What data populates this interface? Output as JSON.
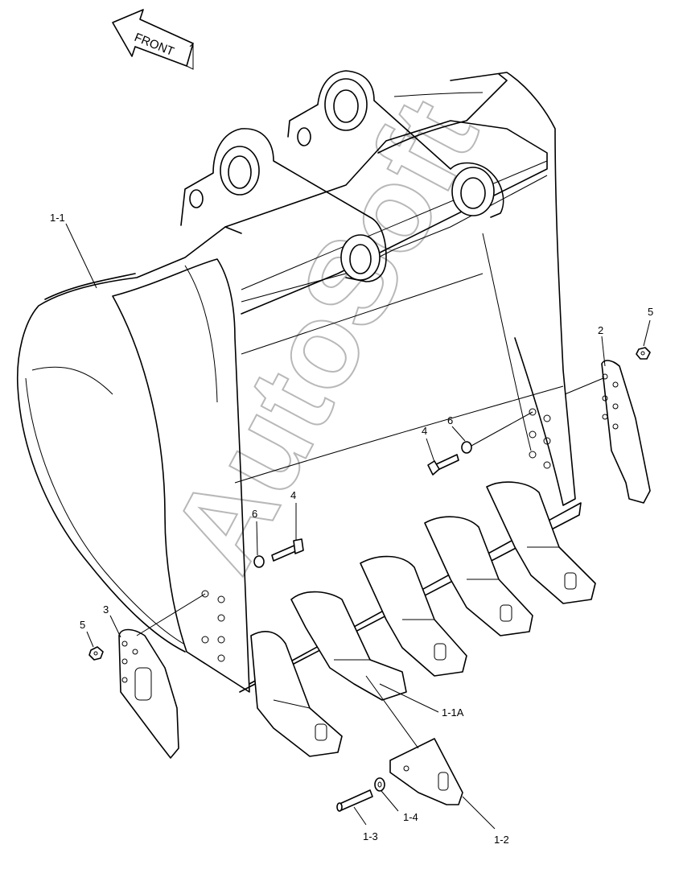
{
  "direction_arrow": {
    "label": "FRONT"
  },
  "watermark": {
    "text": "AutoSoft"
  },
  "callouts": [
    {
      "id": "1-1",
      "label": "1-1"
    },
    {
      "id": "1-1A",
      "label": "1-1A"
    },
    {
      "id": "1-2",
      "label": "1-2"
    },
    {
      "id": "1-3",
      "label": "1-3"
    },
    {
      "id": "1-4",
      "label": "1-4"
    },
    {
      "id": "2",
      "label": "2"
    },
    {
      "id": "3",
      "label": "3"
    },
    {
      "id": "4a",
      "label": "4"
    },
    {
      "id": "4b",
      "label": "4"
    },
    {
      "id": "5a",
      "label": "5"
    },
    {
      "id": "5b",
      "label": "5"
    },
    {
      "id": "6a",
      "label": "6"
    },
    {
      "id": "6b",
      "label": "6"
    }
  ]
}
